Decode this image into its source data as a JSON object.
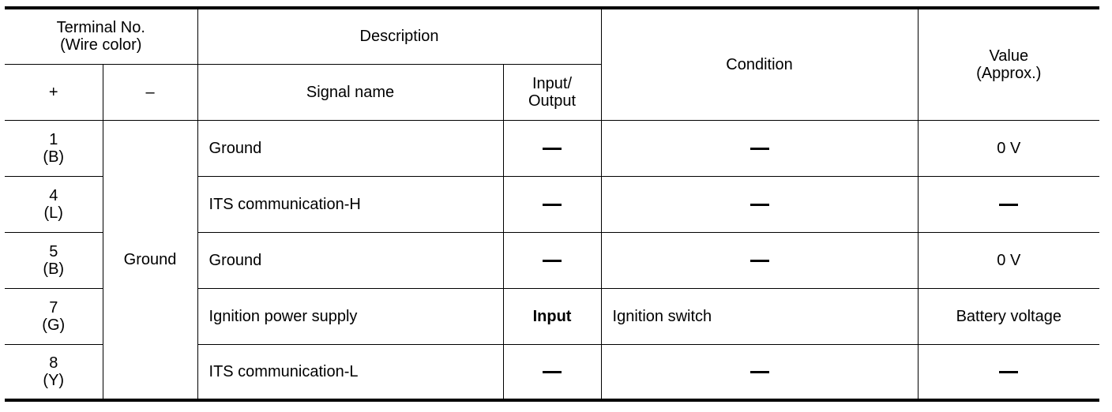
{
  "header": {
    "terminal_no": "Terminal No.",
    "wire_color": "(Wire color)",
    "description": "Description",
    "condition": "Condition",
    "value": "Value",
    "approx": "(Approx.)",
    "plus": "+",
    "minus": "–",
    "signal_name": "Signal name",
    "io_line1": "Input/",
    "io_line2": "Output"
  },
  "ground_label": "Ground",
  "rows": [
    {
      "terminal": "1",
      "wire": "(B)",
      "signal": "Ground",
      "io": "",
      "condition": "",
      "value": "0 V"
    },
    {
      "terminal": "4",
      "wire": "(L)",
      "signal": "ITS communication-H",
      "io": "",
      "condition": "",
      "value": ""
    },
    {
      "terminal": "5",
      "wire": "(B)",
      "signal": "Ground",
      "io": "",
      "condition": "",
      "value": "0 V"
    },
    {
      "terminal": "7",
      "wire": "(G)",
      "signal": "Ignition power supply",
      "io": "Input",
      "condition": "Ignition switch",
      "value": "Battery voltage"
    },
    {
      "terminal": "8",
      "wire": "(Y)",
      "signal": "ITS communication-L",
      "io": "",
      "condition": "",
      "value": ""
    }
  ]
}
